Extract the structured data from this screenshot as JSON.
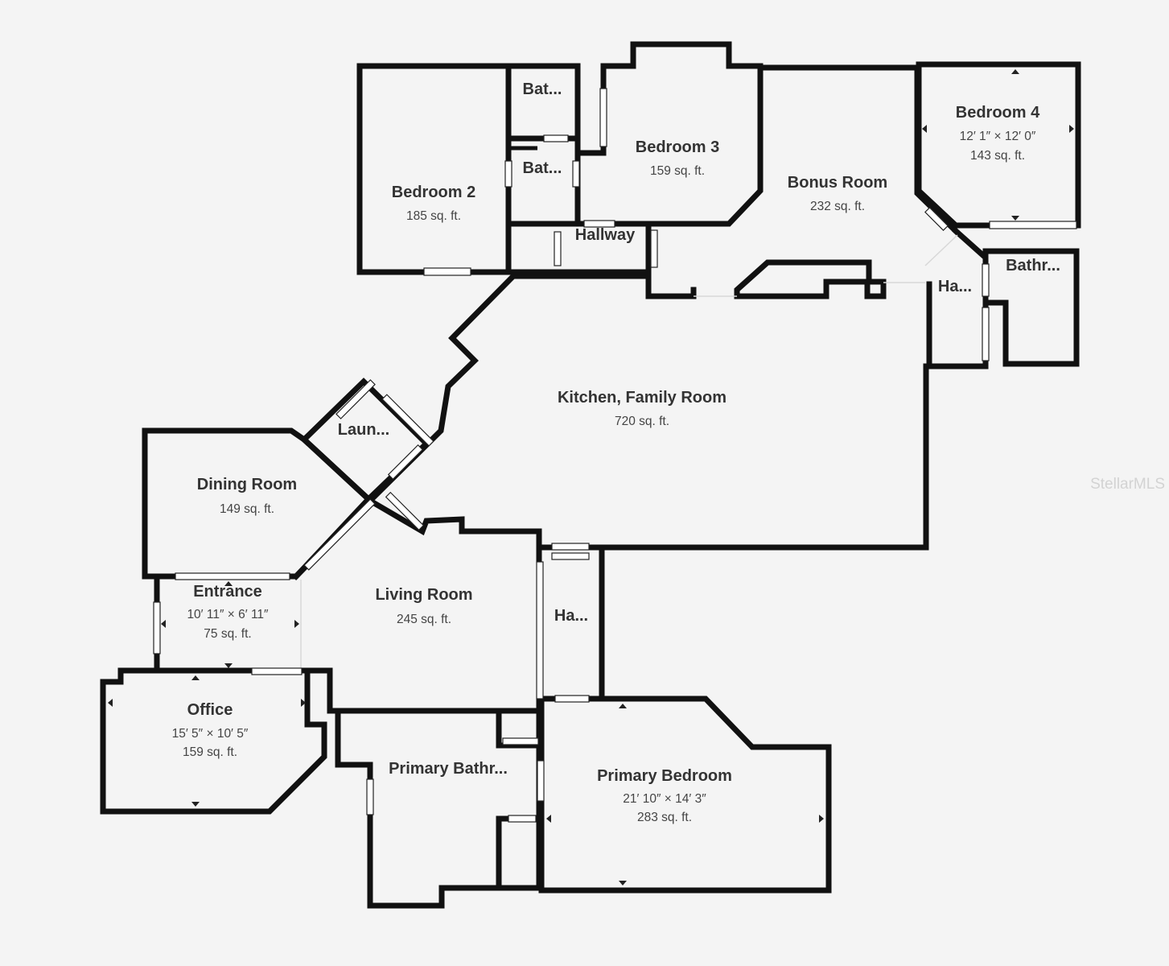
{
  "rooms": {
    "bedroom2": {
      "name": "Bedroom 2",
      "area": "185 sq. ft."
    },
    "bath_a": {
      "name": "Bat..."
    },
    "bath_b": {
      "name": "Bat..."
    },
    "bedroom3": {
      "name": "Bedroom 3",
      "area": "159 sq. ft."
    },
    "bonus": {
      "name": "Bonus Room",
      "area": "232 sq. ft."
    },
    "bedroom4": {
      "name": "Bedroom 4",
      "dims": "12′ 1″ × 12′ 0″",
      "area": "143 sq. ft."
    },
    "hallway": {
      "name": "Hallway"
    },
    "hall_east": {
      "name": "Ha..."
    },
    "bath_east": {
      "name": "Bathr..."
    },
    "kitchen": {
      "name": "Kitchen, Family Room",
      "area": "720 sq. ft."
    },
    "laundry": {
      "name": "Laun..."
    },
    "dining": {
      "name": "Dining Room",
      "area": "149 sq. ft."
    },
    "entrance": {
      "name": "Entrance",
      "dims": "10′ 11″ × 6′ 11″",
      "area": "75 sq. ft."
    },
    "living": {
      "name": "Living Room",
      "area": "245 sq. ft."
    },
    "hall_mid": {
      "name": "Ha..."
    },
    "office": {
      "name": "Office",
      "dims": "15′ 5″ × 10′ 5″",
      "area": "159 sq. ft."
    },
    "primary_bath": {
      "name": "Primary Bathr..."
    },
    "primary_bed": {
      "name": "Primary Bedroom",
      "dims": "21′ 10″ × 14′ 3″",
      "area": "283 sq. ft."
    }
  },
  "watermark": "StellarMLS",
  "colors": {
    "background": "#f4f4f4",
    "wall": "#111111",
    "label": "#333333"
  }
}
